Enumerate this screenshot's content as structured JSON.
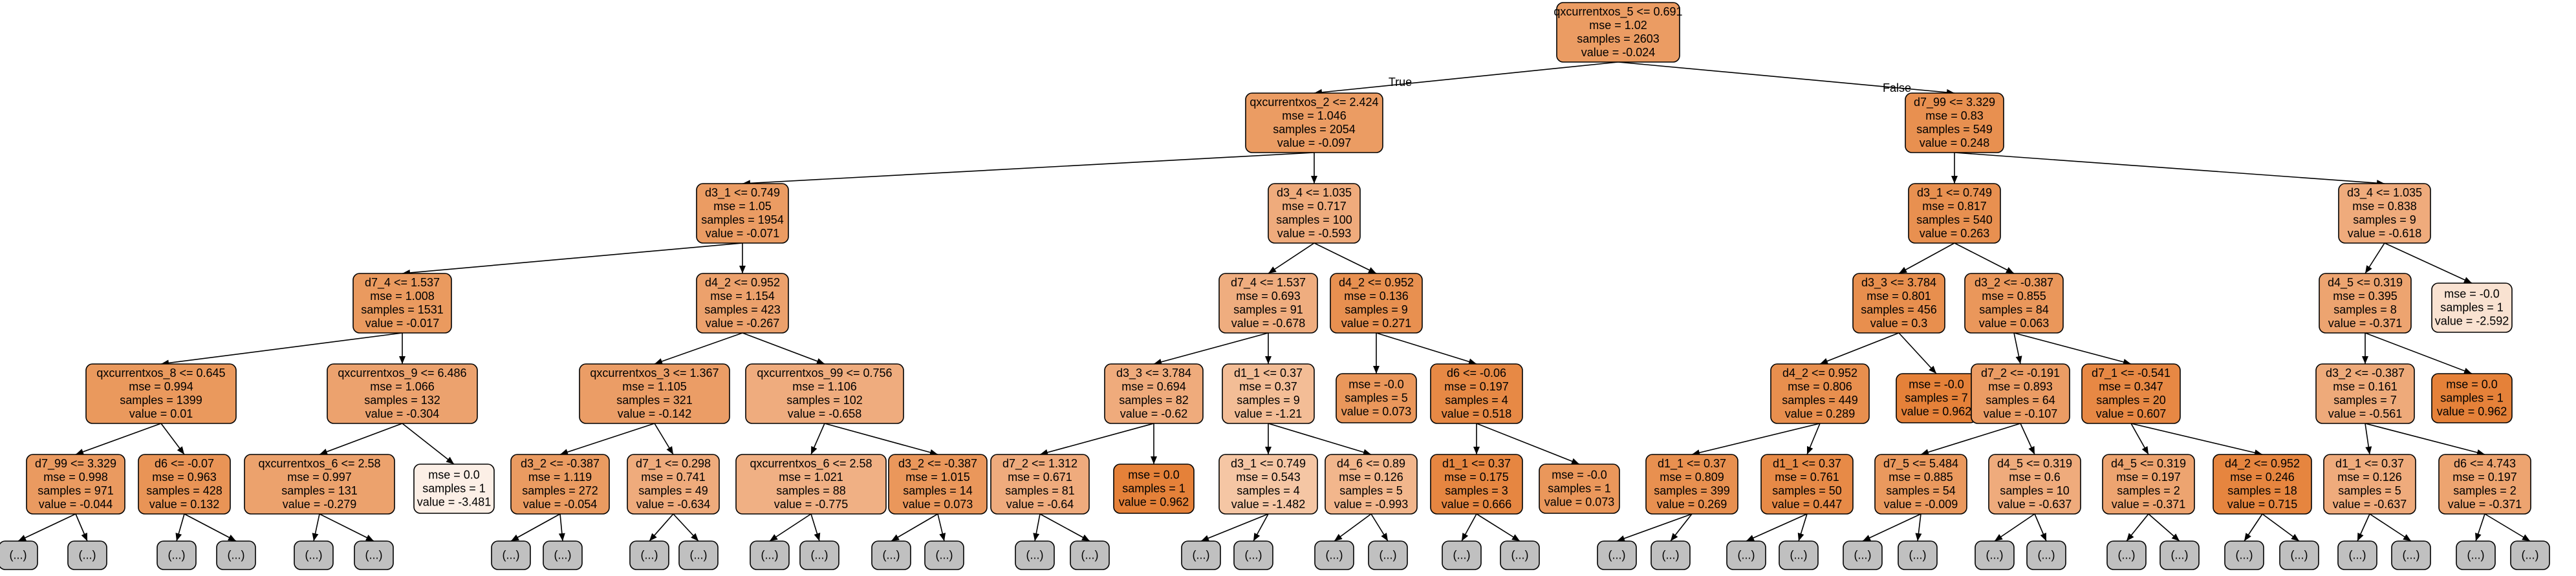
{
  "colors": {
    "elided": "#c0c0c0"
  },
  "edge_labels": {
    "true_label": "True",
    "false_label": "False"
  },
  "nodes": [
    {
      "id": "root",
      "lines": [
        "qxcurrentxos_5 <= 0.691",
        "mse = 1.02",
        "samples = 2603",
        "value = -0.024"
      ],
      "fill": "#eb9c63"
    },
    {
      "id": "n_L",
      "lines": [
        "qxcurrentxos_2 <= 2.424",
        "mse = 1.046",
        "samples = 2054",
        "value = -0.097"
      ],
      "fill": "#eb9c63"
    },
    {
      "id": "n_R",
      "lines": [
        "d7_99 <= 3.329",
        "mse = 0.83",
        "samples = 549",
        "value = 0.248"
      ],
      "fill": "#e89050"
    },
    {
      "id": "n_LL",
      "lines": [
        "d3_1 <= 0.749",
        "mse = 1.05",
        "samples = 1954",
        "value = -0.071"
      ],
      "fill": "#eb9c63"
    },
    {
      "id": "n_LR",
      "lines": [
        "d3_4 <= 1.035",
        "mse = 0.717",
        "samples = 100",
        "value = -0.593"
      ],
      "fill": "#efab7c"
    },
    {
      "id": "n_RL",
      "lines": [
        "d3_1 <= 0.749",
        "mse = 0.817",
        "samples = 540",
        "value = 0.263"
      ],
      "fill": "#e89050"
    },
    {
      "id": "n_RR",
      "lines": [
        "d3_4 <= 1.035",
        "mse = 0.838",
        "samples = 9",
        "value = -0.618"
      ],
      "fill": "#efab7c"
    },
    {
      "id": "n_LLL",
      "lines": [
        "d7_4 <= 1.537",
        "mse = 1.008",
        "samples = 1531",
        "value = -0.017"
      ],
      "fill": "#ea9a5f"
    },
    {
      "id": "n_LLR",
      "lines": [
        "d4_2 <= 0.952",
        "mse = 1.154",
        "samples = 423",
        "value = -0.267"
      ],
      "fill": "#eca16c"
    },
    {
      "id": "n_LRL",
      "lines": [
        "d7_4 <= 1.537",
        "mse = 0.693",
        "samples = 91",
        "value = -0.678"
      ],
      "fill": "#efad7f"
    },
    {
      "id": "n_LRR",
      "lines": [
        "d4_2 <= 0.952",
        "mse = 0.136",
        "samples = 9",
        "value = 0.271"
      ],
      "fill": "#e89050"
    },
    {
      "id": "n_RLL",
      "lines": [
        "d3_3 <= 3.784",
        "mse = 0.801",
        "samples = 456",
        "value = 0.3"
      ],
      "fill": "#e88f4e"
    },
    {
      "id": "n_RLR",
      "lines": [
        "d3_2 <= -0.387",
        "mse = 0.855",
        "samples = 84",
        "value = 0.063"
      ],
      "fill": "#ea975b"
    },
    {
      "id": "n_RRL",
      "lines": [
        "d4_5 <= 0.319",
        "mse = 0.395",
        "samples = 8",
        "value = -0.371"
      ],
      "fill": "#eda470"
    },
    {
      "id": "n_RRR",
      "lines": [
        "mse = -0.0",
        "samples = 1",
        "value = -2.592"
      ],
      "fill": "#f9e2d1"
    },
    {
      "id": "n_a1",
      "lines": [
        "qxcurrentxos_8 <= 0.645",
        "mse = 0.994",
        "samples = 1399",
        "value = 0.01"
      ],
      "fill": "#ea995d"
    },
    {
      "id": "n_a2",
      "lines": [
        "qxcurrentxos_9 <= 6.486",
        "mse = 1.066",
        "samples = 132",
        "value = -0.304"
      ],
      "fill": "#eca26e"
    },
    {
      "id": "n_a3",
      "lines": [
        "qxcurrentxos_3 <= 1.367",
        "mse = 1.105",
        "samples = 321",
        "value = -0.142"
      ],
      "fill": "#eb9d66"
    },
    {
      "id": "n_a4",
      "lines": [
        "qxcurrentxos_99 <= 0.756",
        "mse = 1.106",
        "samples = 102",
        "value = -0.658"
      ],
      "fill": "#efac7e"
    },
    {
      "id": "n_a5",
      "lines": [
        "d3_3 <= 3.784",
        "mse = 0.694",
        "samples = 82",
        "value = -0.62"
      ],
      "fill": "#efab7c"
    },
    {
      "id": "n_a6",
      "lines": [
        "d1_1 <= 0.37",
        "mse = 0.37",
        "samples = 9",
        "value = -1.21"
      ],
      "fill": "#f3bd96"
    },
    {
      "id": "n_a7",
      "lines": [
        "mse = -0.0",
        "samples = 5",
        "value = 0.073"
      ],
      "fill": "#ea975b"
    },
    {
      "id": "n_a8",
      "lines": [
        "d6 <= -0.06",
        "mse = 0.197",
        "samples = 4",
        "value = 0.518"
      ],
      "fill": "#e78945"
    },
    {
      "id": "n_a9",
      "lines": [
        "d4_2 <= 0.952",
        "mse = 0.806",
        "samples = 449",
        "value = 0.289"
      ],
      "fill": "#e88f4e"
    },
    {
      "id": "n_a10",
      "lines": [
        "mse = -0.0",
        "samples = 7",
        "value = 0.962"
      ],
      "fill": "#e58139"
    },
    {
      "id": "n_a11",
      "lines": [
        "d7_2 <= -0.191",
        "mse = 0.893",
        "samples = 64",
        "value = -0.107"
      ],
      "fill": "#eb9c64"
    },
    {
      "id": "n_a12",
      "lines": [
        "d7_1 <= -0.541",
        "mse = 0.347",
        "samples = 20",
        "value = 0.607"
      ],
      "fill": "#e78844"
    },
    {
      "id": "n_a13",
      "lines": [
        "d3_2 <= -0.387",
        "mse = 0.161",
        "samples = 7",
        "value = -0.561"
      ],
      "fill": "#eeaa7a"
    },
    {
      "id": "n_a14",
      "lines": [
        "mse = 0.0",
        "samples = 1",
        "value = 0.962"
      ],
      "fill": "#e58139"
    },
    {
      "id": "n_b1",
      "lines": [
        "d7_99 <= 3.329",
        "mse = 0.998",
        "samples = 971",
        "value = -0.044"
      ],
      "fill": "#ea9a60"
    },
    {
      "id": "n_b2",
      "lines": [
        "d6 <= -0.07",
        "mse = 0.963",
        "samples = 428",
        "value = 0.132"
      ],
      "fill": "#e99456"
    },
    {
      "id": "n_b3",
      "lines": [
        "qxcurrentxos_6 <= 2.58",
        "mse = 0.997",
        "samples = 131",
        "value = -0.279"
      ],
      "fill": "#eca26d"
    },
    {
      "id": "n_b4",
      "lines": [
        "mse = 0.0",
        "samples = 1",
        "value = -3.481"
      ],
      "fill": "#fcefe6"
    },
    {
      "id": "n_b5",
      "lines": [
        "d3_2 <= -0.387",
        "mse = 1.119",
        "samples = 272",
        "value = -0.054"
      ],
      "fill": "#ea9b61"
    },
    {
      "id": "n_b6",
      "lines": [
        "d7_1 <= 0.298",
        "mse = 0.741",
        "samples = 49",
        "value = -0.634"
      ],
      "fill": "#efab7c"
    },
    {
      "id": "n_b7",
      "lines": [
        "qxcurrentxos_6 <= 2.58",
        "mse = 1.021",
        "samples = 88",
        "value = -0.775"
      ],
      "fill": "#f0b084"
    },
    {
      "id": "n_b8",
      "lines": [
        "d3_2 <= -0.387",
        "mse = 1.015",
        "samples = 14",
        "value = 0.073"
      ],
      "fill": "#ea975b"
    },
    {
      "id": "n_b9",
      "lines": [
        "d7_2 <= 1.312",
        "mse = 0.671",
        "samples = 81",
        "value = -0.64"
      ],
      "fill": "#efab7d"
    },
    {
      "id": "n_b10",
      "lines": [
        "mse = 0.0",
        "samples = 1",
        "value = 0.962"
      ],
      "fill": "#e58139"
    },
    {
      "id": "n_b11",
      "lines": [
        "d3_1 <= 0.749",
        "mse = 0.543",
        "samples = 4",
        "value = -1.482"
      ],
      "fill": "#f5c6a4"
    },
    {
      "id": "n_b12",
      "lines": [
        "d4_6 <= 0.89",
        "mse = 0.126",
        "samples = 5",
        "value = -0.993"
      ],
      "fill": "#f2b68c"
    },
    {
      "id": "n_b13",
      "lines": [
        "d1_1 <= 0.37",
        "mse = 0.175",
        "samples = 3",
        "value = 0.666"
      ],
      "fill": "#e68641"
    },
    {
      "id": "n_b14",
      "lines": [
        "mse = -0.0",
        "samples = 1",
        "value = 0.073"
      ],
      "fill": "#ea975b"
    },
    {
      "id": "n_b15",
      "lines": [
        "d1_1 <= 0.37",
        "mse = 0.809",
        "samples = 399",
        "value = 0.269"
      ],
      "fill": "#e89050"
    },
    {
      "id": "n_b16",
      "lines": [
        "d1_1 <= 0.37",
        "mse = 0.761",
        "samples = 50",
        "value = 0.447"
      ],
      "fill": "#e78a47"
    },
    {
      "id": "n_b17",
      "lines": [
        "d7_5 <= 5.484",
        "mse = 0.885",
        "samples = 54",
        "value = -0.009"
      ],
      "fill": "#ea995e"
    },
    {
      "id": "n_b18",
      "lines": [
        "d4_5 <= 0.319",
        "mse = 0.6",
        "samples = 10",
        "value = -0.637"
      ],
      "fill": "#efab7c"
    },
    {
      "id": "n_b19",
      "lines": [
        "d4_5 <= 0.319",
        "mse = 0.197",
        "samples = 2",
        "value = -0.371"
      ],
      "fill": "#eda470"
    },
    {
      "id": "n_b20",
      "lines": [
        "d4_2 <= 0.952",
        "mse = 0.246",
        "samples = 18",
        "value = 0.715"
      ],
      "fill": "#e6853f"
    },
    {
      "id": "n_b21",
      "lines": [
        "d1_1 <= 0.37",
        "mse = 0.126",
        "samples = 5",
        "value = -0.637"
      ],
      "fill": "#efab7c"
    },
    {
      "id": "n_b22",
      "lines": [
        "d6 <= 4.743",
        "mse = 0.197",
        "samples = 2",
        "value = -0.371"
      ],
      "fill": "#eda470"
    },
    {
      "id": "e1",
      "lines": [
        "(...)"
      ],
      "fill": "#c0c0c0"
    },
    {
      "id": "e2",
      "lines": [
        "(...)"
      ],
      "fill": "#c0c0c0"
    },
    {
      "id": "e3",
      "lines": [
        "(...)"
      ],
      "fill": "#c0c0c0"
    },
    {
      "id": "e4",
      "lines": [
        "(...)"
      ],
      "fill": "#c0c0c0"
    },
    {
      "id": "e5",
      "lines": [
        "(...)"
      ],
      "fill": "#c0c0c0"
    },
    {
      "id": "e6",
      "lines": [
        "(...)"
      ],
      "fill": "#c0c0c0"
    },
    {
      "id": "e7",
      "lines": [
        "(...)"
      ],
      "fill": "#c0c0c0"
    },
    {
      "id": "e8",
      "lines": [
        "(...)"
      ],
      "fill": "#c0c0c0"
    },
    {
      "id": "e9",
      "lines": [
        "(...)"
      ],
      "fill": "#c0c0c0"
    },
    {
      "id": "e10",
      "lines": [
        "(...)"
      ],
      "fill": "#c0c0c0"
    },
    {
      "id": "e11",
      "lines": [
        "(...)"
      ],
      "fill": "#c0c0c0"
    },
    {
      "id": "e12",
      "lines": [
        "(...)"
      ],
      "fill": "#c0c0c0"
    },
    {
      "id": "e13",
      "lines": [
        "(...)"
      ],
      "fill": "#c0c0c0"
    },
    {
      "id": "e14",
      "lines": [
        "(...)"
      ],
      "fill": "#c0c0c0"
    },
    {
      "id": "e15",
      "lines": [
        "(...)"
      ],
      "fill": "#c0c0c0"
    },
    {
      "id": "e16",
      "lines": [
        "(...)"
      ],
      "fill": "#c0c0c0"
    },
    {
      "id": "e17",
      "lines": [
        "(...)"
      ],
      "fill": "#c0c0c0"
    },
    {
      "id": "e18",
      "lines": [
        "(...)"
      ],
      "fill": "#c0c0c0"
    },
    {
      "id": "e19",
      "lines": [
        "(...)"
      ],
      "fill": "#c0c0c0"
    },
    {
      "id": "e20",
      "lines": [
        "(...)"
      ],
      "fill": "#c0c0c0"
    },
    {
      "id": "e21",
      "lines": [
        "(...)"
      ],
      "fill": "#c0c0c0"
    },
    {
      "id": "e22",
      "lines": [
        "(...)"
      ],
      "fill": "#c0c0c0"
    },
    {
      "id": "e23",
      "lines": [
        "(...)"
      ],
      "fill": "#c0c0c0"
    },
    {
      "id": "e24",
      "lines": [
        "(...)"
      ],
      "fill": "#c0c0c0"
    },
    {
      "id": "e25",
      "lines": [
        "(...)"
      ],
      "fill": "#c0c0c0"
    },
    {
      "id": "e26",
      "lines": [
        "(...)"
      ],
      "fill": "#c0c0c0"
    },
    {
      "id": "e27",
      "lines": [
        "(...)"
      ],
      "fill": "#c0c0c0"
    },
    {
      "id": "e28",
      "lines": [
        "(...)"
      ],
      "fill": "#c0c0c0"
    },
    {
      "id": "e29",
      "lines": [
        "(...)"
      ],
      "fill": "#c0c0c0"
    },
    {
      "id": "e30",
      "lines": [
        "(...)"
      ],
      "fill": "#c0c0c0"
    },
    {
      "id": "e31",
      "lines": [
        "(...)"
      ],
      "fill": "#c0c0c0"
    },
    {
      "id": "e32",
      "lines": [
        "(...)"
      ],
      "fill": "#c0c0c0"
    },
    {
      "id": "e33",
      "lines": [
        "(...)"
      ],
      "fill": "#c0c0c0"
    },
    {
      "id": "e34",
      "lines": [
        "(...)"
      ],
      "fill": "#c0c0c0"
    },
    {
      "id": "e35",
      "lines": [
        "(...)"
      ],
      "fill": "#c0c0c0"
    },
    {
      "id": "e36",
      "lines": [
        "(...)"
      ],
      "fill": "#c0c0c0"
    },
    {
      "id": "e37",
      "lines": [
        "(...)"
      ],
      "fill": "#c0c0c0"
    },
    {
      "id": "e38",
      "lines": [
        "(...)"
      ],
      "fill": "#c0c0c0"
    },
    {
      "id": "e39",
      "lines": [
        "(...)"
      ],
      "fill": "#c0c0c0"
    },
    {
      "id": "e40",
      "lines": [
        "(...)"
      ],
      "fill": "#c0c0c0"
    },
    {
      "id": "e41",
      "lines": [
        "(...)"
      ],
      "fill": "#c0c0c0"
    },
    {
      "id": "e42",
      "lines": [
        "(...)"
      ],
      "fill": "#c0c0c0"
    },
    {
      "id": "e43",
      "lines": [
        "(...)"
      ],
      "fill": "#c0c0c0"
    },
    {
      "id": "e44",
      "lines": [
        "(...)"
      ],
      "fill": "#c0c0c0"
    }
  ],
  "edges": [
    [
      "root",
      "n_L"
    ],
    [
      "root",
      "n_R"
    ],
    [
      "n_L",
      "n_LL"
    ],
    [
      "n_L",
      "n_LR"
    ],
    [
      "n_R",
      "n_RL"
    ],
    [
      "n_R",
      "n_RR"
    ],
    [
      "n_LL",
      "n_LLL"
    ],
    [
      "n_LL",
      "n_LLR"
    ],
    [
      "n_LR",
      "n_LRL"
    ],
    [
      "n_LR",
      "n_LRR"
    ],
    [
      "n_RL",
      "n_RLL"
    ],
    [
      "n_RL",
      "n_RLR"
    ],
    [
      "n_RR",
      "n_RRL"
    ],
    [
      "n_RR",
      "n_RRR"
    ],
    [
      "n_LLL",
      "n_a1"
    ],
    [
      "n_LLL",
      "n_a2"
    ],
    [
      "n_LLR",
      "n_a3"
    ],
    [
      "n_LLR",
      "n_a4"
    ],
    [
      "n_LRL",
      "n_a5"
    ],
    [
      "n_LRL",
      "n_a6"
    ],
    [
      "n_LRR",
      "n_a7"
    ],
    [
      "n_LRR",
      "n_a8"
    ],
    [
      "n_RLL",
      "n_a9"
    ],
    [
      "n_RLL",
      "n_a10"
    ],
    [
      "n_RLR",
      "n_a11"
    ],
    [
      "n_RLR",
      "n_a12"
    ],
    [
      "n_RRL",
      "n_a13"
    ],
    [
      "n_RRL",
      "n_a14"
    ],
    [
      "n_a1",
      "n_b1"
    ],
    [
      "n_a1",
      "n_b2"
    ],
    [
      "n_a2",
      "n_b3"
    ],
    [
      "n_a2",
      "n_b4"
    ],
    [
      "n_a3",
      "n_b5"
    ],
    [
      "n_a3",
      "n_b6"
    ],
    [
      "n_a4",
      "n_b7"
    ],
    [
      "n_a4",
      "n_b8"
    ],
    [
      "n_a5",
      "n_b9"
    ],
    [
      "n_a5",
      "n_b10"
    ],
    [
      "n_a6",
      "n_b11"
    ],
    [
      "n_a6",
      "n_b12"
    ],
    [
      "n_a8",
      "n_b13"
    ],
    [
      "n_a8",
      "n_b14"
    ],
    [
      "n_a9",
      "n_b15"
    ],
    [
      "n_a9",
      "n_b16"
    ],
    [
      "n_a11",
      "n_b17"
    ],
    [
      "n_a11",
      "n_b18"
    ],
    [
      "n_a12",
      "n_b19"
    ],
    [
      "n_a12",
      "n_b20"
    ],
    [
      "n_a13",
      "n_b21"
    ],
    [
      "n_a13",
      "n_b22"
    ],
    [
      "n_b1",
      "e1"
    ],
    [
      "n_b1",
      "e2"
    ],
    [
      "n_b2",
      "e3"
    ],
    [
      "n_b2",
      "e4"
    ],
    [
      "n_b3",
      "e5"
    ],
    [
      "n_b3",
      "e6"
    ],
    [
      "n_b5",
      "e7"
    ],
    [
      "n_b5",
      "e8"
    ],
    [
      "n_b6",
      "e9"
    ],
    [
      "n_b6",
      "e10"
    ],
    [
      "n_b7",
      "e11"
    ],
    [
      "n_b7",
      "e12"
    ],
    [
      "n_b8",
      "e13"
    ],
    [
      "n_b8",
      "e14"
    ],
    [
      "n_b9",
      "e15"
    ],
    [
      "n_b9",
      "e16"
    ],
    [
      "n_b11",
      "e17"
    ],
    [
      "n_b11",
      "e18"
    ],
    [
      "n_b12",
      "e19"
    ],
    [
      "n_b12",
      "e20"
    ],
    [
      "n_b13",
      "e21"
    ],
    [
      "n_b13",
      "e22"
    ],
    [
      "n_b15",
      "e23"
    ],
    [
      "n_b15",
      "e24"
    ],
    [
      "n_b16",
      "e25"
    ],
    [
      "n_b16",
      "e26"
    ],
    [
      "n_b17",
      "e27"
    ],
    [
      "n_b17",
      "e28"
    ],
    [
      "n_b18",
      "e29"
    ],
    [
      "n_b18",
      "e30"
    ],
    [
      "n_b19",
      "e31"
    ],
    [
      "n_b19",
      "e32"
    ],
    [
      "n_b20",
      "e33"
    ],
    [
      "n_b20",
      "e34"
    ],
    [
      "n_b21",
      "e35"
    ],
    [
      "n_b21",
      "e36"
    ],
    [
      "n_b22",
      "e37"
    ],
    [
      "n_b22",
      "e38"
    ]
  ]
}
